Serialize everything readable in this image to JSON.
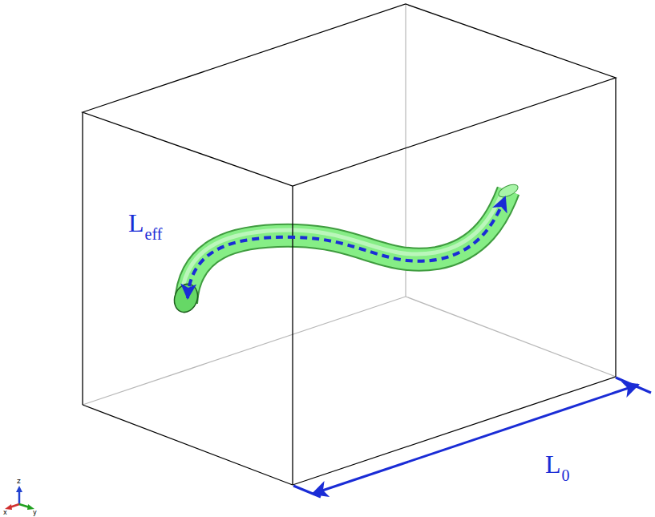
{
  "diagram": {
    "labels": [
      "L",
      "eff",
      "L",
      "0",
      "z",
      "x",
      "y"
    ]
  }
}
